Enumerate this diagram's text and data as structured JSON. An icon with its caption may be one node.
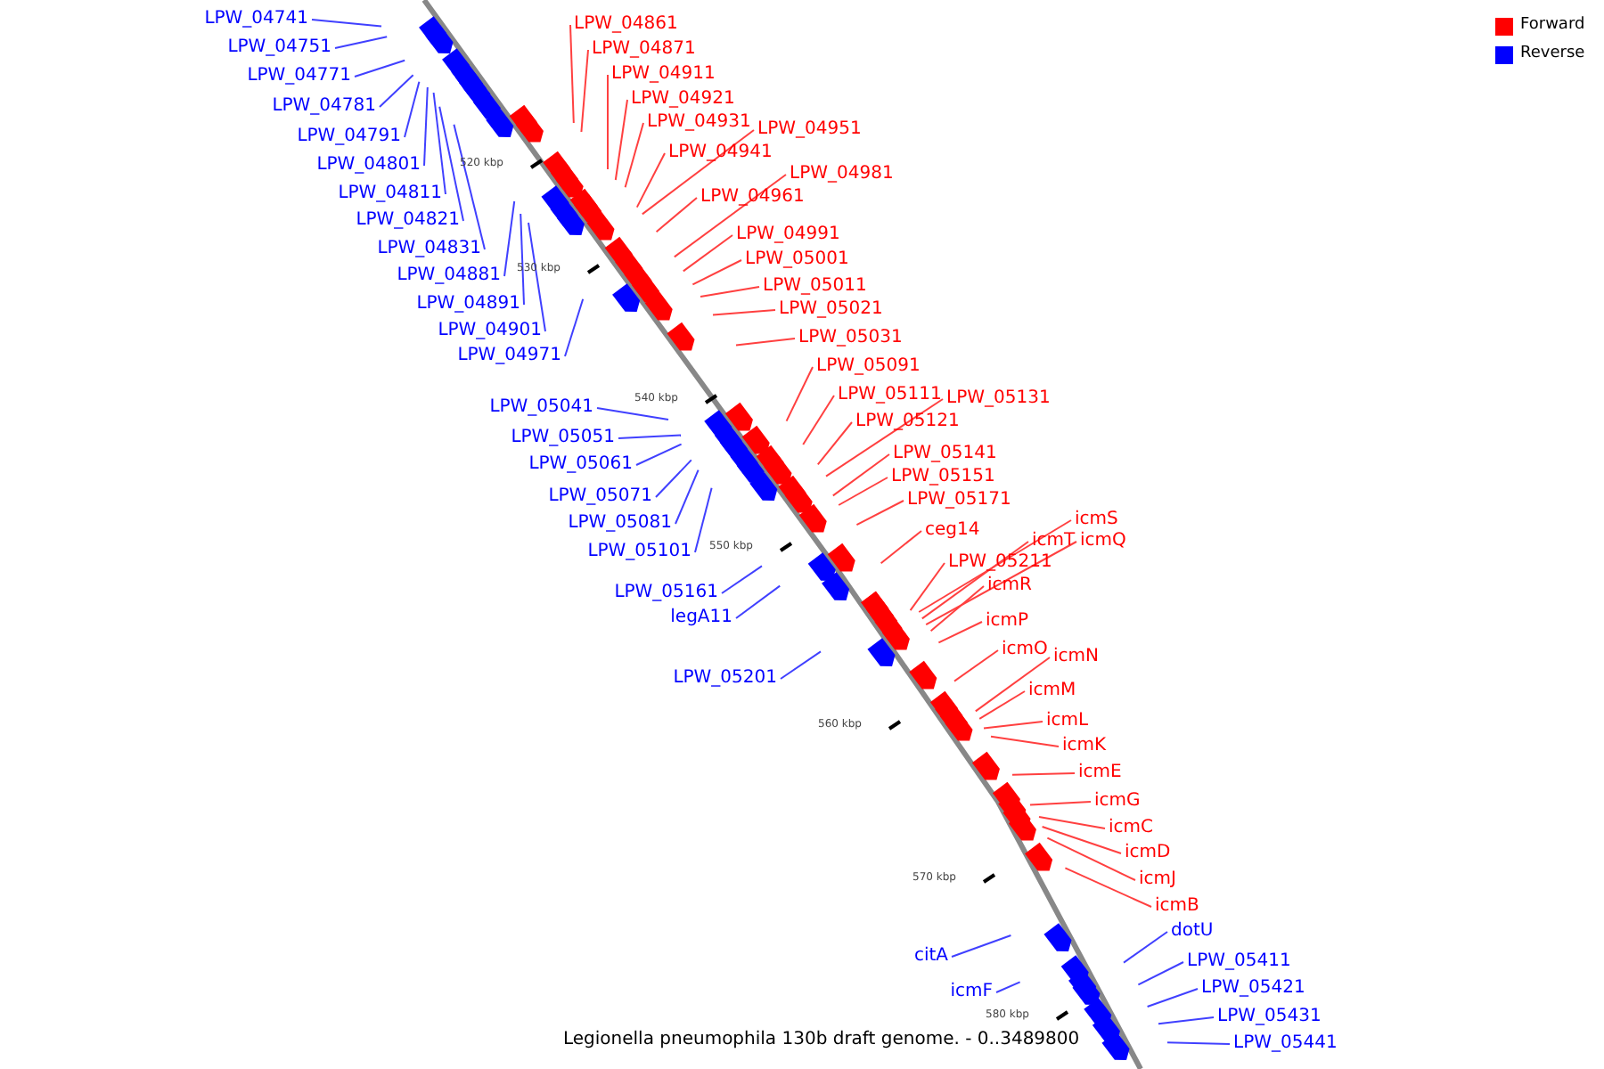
{
  "diagram": {
    "caption": "Legionella pneumophila 130b draft genome. - 0..3489800",
    "nodes": [
      {
        "text": [
          "LPW_04741"
        ]
      },
      {
        "text": [
          "LPW_04751"
        ]
      },
      {
        "text": [
          "LPW_04771"
        ]
      },
      {
        "text": [
          "LPW_04781"
        ]
      },
      {
        "text": [
          "LPW_04791"
        ]
      },
      {
        "text": [
          "LPW_04801"
        ]
      },
      {
        "text": [
          "LPW_04811"
        ]
      },
      {
        "text": [
          "LPW_04821"
        ]
      },
      {
        "text": [
          "LPW_04831"
        ]
      },
      {
        "text": [
          "LPW_04881"
        ]
      },
      {
        "text": [
          "LPW_04891"
        ]
      },
      {
        "text": [
          "LPW_04901"
        ]
      },
      {
        "text": [
          "LPW_04971"
        ]
      },
      {
        "text": [
          "LPW_05041"
        ]
      },
      {
        "text": [
          "LPW_05051"
        ]
      },
      {
        "text": [
          "LPW_05061"
        ]
      },
      {
        "text": [
          "LPW_05071"
        ]
      },
      {
        "text": [
          "LPW_05081"
        ]
      },
      {
        "text": [
          "LPW_05101"
        ]
      },
      {
        "text": [
          "LPW_05161"
        ]
      },
      {
        "text": [
          "legA11"
        ]
      },
      {
        "text": [
          "LPW_05201"
        ]
      },
      {
        "text": [
          "citA"
        ]
      },
      {
        "text": [
          "icmF"
        ]
      },
      {
        "text": [
          "LPW_04861"
        ]
      },
      {
        "text": [
          "LPW_04871"
        ]
      },
      {
        "text": [
          "LPW_04911"
        ]
      },
      {
        "text": [
          "LPW_04921"
        ]
      },
      {
        "text": [
          "LPW_04931"
        ]
      },
      {
        "text": [
          "LPW_04951"
        ]
      },
      {
        "text": [
          "LPW_04941"
        ]
      },
      {
        "text": [
          "LPW_04981"
        ]
      },
      {
        "text": [
          "LPW_04961"
        ]
      },
      {
        "text": [
          "LPW_04991"
        ]
      },
      {
        "text": [
          "LPW_05001"
        ]
      },
      {
        "text": [
          "LPW_05011"
        ]
      },
      {
        "text": [
          "LPW_05021"
        ]
      },
      {
        "text": [
          "LPW_05031"
        ]
      },
      {
        "text": [
          "LPW_05091"
        ]
      },
      {
        "text": [
          "LPW_05111"
        ]
      },
      {
        "text": [
          "LPW_05131"
        ]
      },
      {
        "text": [
          "LPW_05121"
        ]
      },
      {
        "text": [
          "LPW_05141"
        ]
      },
      {
        "text": [
          "LPW_05151"
        ]
      },
      {
        "text": [
          "LPW_05171"
        ]
      },
      {
        "text": [
          "ceg14"
        ]
      },
      {
        "text": [
          "icmS"
        ]
      },
      {
        "text": [
          "icmT"
        ]
      },
      {
        "text": [
          "icmQ"
        ]
      },
      {
        "text": [
          "LPW_05211"
        ]
      },
      {
        "text": [
          "icmR"
        ]
      },
      {
        "text": [
          "icmP"
        ]
      },
      {
        "text": [
          "icmO"
        ]
      },
      {
        "text": [
          "icmN"
        ]
      },
      {
        "text": [
          "icmM"
        ]
      },
      {
        "text": [
          "icmL"
        ]
      },
      {
        "text": [
          "icmK"
        ]
      },
      {
        "text": [
          "icmE"
        ]
      },
      {
        "text": [
          "icmG"
        ]
      },
      {
        "text": [
          "icmC"
        ]
      },
      {
        "text": [
          "icmD"
        ]
      },
      {
        "text": [
          "icmJ"
        ]
      },
      {
        "text": [
          "icmB"
        ]
      },
      {
        "text": [
          "dotU"
        ]
      },
      {
        "text": [
          "LPW_05411"
        ]
      },
      {
        "text": [
          "LPW_05421"
        ]
      },
      {
        "text": [
          "LPW_05431"
        ]
      },
      {
        "text": [
          "LPW_05441"
        ]
      }
    ],
    "edges": [
      {
        "from": 0,
        "to": null,
        "arrow": "none",
        "color": "#4040ff"
      },
      {
        "from": 1,
        "to": null,
        "arrow": "none",
        "color": "#4040ff"
      },
      {
        "from": 2,
        "to": null,
        "arrow": "none",
        "color": "#4040ff"
      },
      {
        "from": 3,
        "to": null,
        "arrow": "none",
        "color": "#4040ff"
      },
      {
        "from": 4,
        "to": null,
        "arrow": "none",
        "color": "#4040ff"
      },
      {
        "from": 5,
        "to": null,
        "arrow": "none",
        "color": "#4040ff"
      },
      {
        "from": 6,
        "to": null,
        "arrow": "none",
        "color": "#4040ff"
      },
      {
        "from": 7,
        "to": null,
        "arrow": "none",
        "color": "#4040ff"
      },
      {
        "from": 8,
        "to": null,
        "arrow": "none",
        "color": "#4040ff"
      },
      {
        "from": 9,
        "to": null,
        "arrow": "none",
        "color": "#4040ff"
      },
      {
        "from": 10,
        "to": null,
        "arrow": "none",
        "color": "#4040ff"
      },
      {
        "from": 11,
        "to": null,
        "arrow": "none",
        "color": "#4040ff"
      },
      {
        "from": 12,
        "to": null,
        "arrow": "none",
        "color": "#4040ff"
      },
      {
        "from": 13,
        "to": null,
        "arrow": "none",
        "color": "#4040ff"
      },
      {
        "from": 14,
        "to": null,
        "arrow": "none",
        "color": "#4040ff"
      },
      {
        "from": 15,
        "to": null,
        "arrow": "none",
        "color": "#4040ff"
      },
      {
        "from": 16,
        "to": null,
        "arrow": "none",
        "color": "#4040ff"
      },
      {
        "from": 17,
        "to": null,
        "arrow": "none",
        "color": "#4040ff"
      },
      {
        "from": 18,
        "to": null,
        "arrow": "none",
        "color": "#4040ff"
      },
      {
        "from": 19,
        "to": null,
        "arrow": "none",
        "color": "#4040ff"
      },
      {
        "from": 20,
        "to": null,
        "arrow": "none",
        "color": "#4040ff"
      },
      {
        "from": 21,
        "to": null,
        "arrow": "none",
        "color": "#4040ff"
      },
      {
        "from": 22,
        "to": null,
        "arrow": "none",
        "color": "#4040ff"
      },
      {
        "from": 23,
        "to": null,
        "arrow": "none",
        "color": "#4040ff"
      },
      {
        "from": 24,
        "to": null,
        "arrow": "none"
      },
      {
        "from": 25,
        "to": null,
        "arrow": "none"
      },
      {
        "from": 26,
        "to": null,
        "arrow": "none"
      },
      {
        "from": 27,
        "to": null,
        "arrow": "none"
      },
      {
        "from": 28,
        "to": null,
        "arrow": "none"
      },
      {
        "from": 29,
        "to": null,
        "arrow": "none"
      },
      {
        "from": 30,
        "to": null,
        "arrow": "none"
      },
      {
        "from": 31,
        "to": null,
        "arrow": "none"
      },
      {
        "from": 32,
        "to": null,
        "arrow": "none"
      },
      {
        "from": 33,
        "to": null,
        "arrow": "none"
      },
      {
        "from": 34,
        "to": null,
        "arrow": "none"
      },
      {
        "from": 35,
        "to": null,
        "arrow": "none"
      },
      {
        "from": 36,
        "to": null,
        "arrow": "none"
      },
      {
        "from": 37,
        "to": null,
        "arrow": "none"
      },
      {
        "from": 38,
        "to": null,
        "arrow": "none"
      },
      {
        "from": 39,
        "to": null,
        "arrow": "none"
      },
      {
        "from": 40,
        "to": null,
        "arrow": "none"
      },
      {
        "from": 41,
        "to": null,
        "arrow": "none"
      },
      {
        "from": 42,
        "to": null,
        "arrow": "none"
      },
      {
        "from": 43,
        "to": null,
        "arrow": "none"
      },
      {
        "from": 44,
        "to": null,
        "arrow": "none"
      },
      {
        "from": 45,
        "to": null,
        "arrow": "none"
      },
      {
        "from": 46,
        "to": null,
        "arrow": "none"
      },
      {
        "from": 47,
        "to": null,
        "arrow": "none"
      },
      {
        "from": 48,
        "to": null,
        "arrow": "none"
      },
      {
        "from": 49,
        "to": null,
        "arrow": "none"
      },
      {
        "from": 50,
        "to": null,
        "arrow": "none"
      },
      {
        "from": 51,
        "to": null,
        "arrow": "none"
      },
      {
        "from": 52,
        "to": null,
        "arrow": "none"
      },
      {
        "from": 53,
        "to": null,
        "arrow": "none"
      },
      {
        "from": 54,
        "to": null,
        "arrow": "none"
      },
      {
        "from": 55,
        "to": null,
        "arrow": "none"
      },
      {
        "from": 56,
        "to": null,
        "arrow": "none"
      },
      {
        "from": 57,
        "to": null,
        "arrow": "none"
      },
      {
        "from": 58,
        "to": null,
        "arrow": "none"
      },
      {
        "from": 59,
        "to": null,
        "arrow": "none"
      },
      {
        "from": 60,
        "to": null,
        "arrow": "none"
      },
      {
        "from": 61,
        "to": null,
        "arrow": "none"
      },
      {
        "from": 62,
        "to": null,
        "arrow": "none"
      },
      {
        "from": 63,
        "to": null,
        "arrow": "none",
        "color": "#4040ff"
      },
      {
        "from": 64,
        "to": null,
        "arrow": "none",
        "color": "#4040ff"
      },
      {
        "from": 65,
        "to": null,
        "arrow": "none",
        "color": "#4040ff"
      },
      {
        "from": 66,
        "to": null,
        "arrow": "none",
        "color": "#4040ff"
      },
      {
        "from": 67,
        "to": null,
        "arrow": "none",
        "color": "#4040ff"
      }
    ],
    "labels": [
      "520 kbp",
      "530 kbp",
      "540 kbp",
      "550 kbp",
      "560 kbp",
      "570 kbp",
      "580 kbp"
    ],
    "legend": [
      {
        "text": "Forward",
        "color": "#ff0000"
      },
      {
        "text": "Reverse",
        "color": "#0000ff"
      }
    ]
  }
}
